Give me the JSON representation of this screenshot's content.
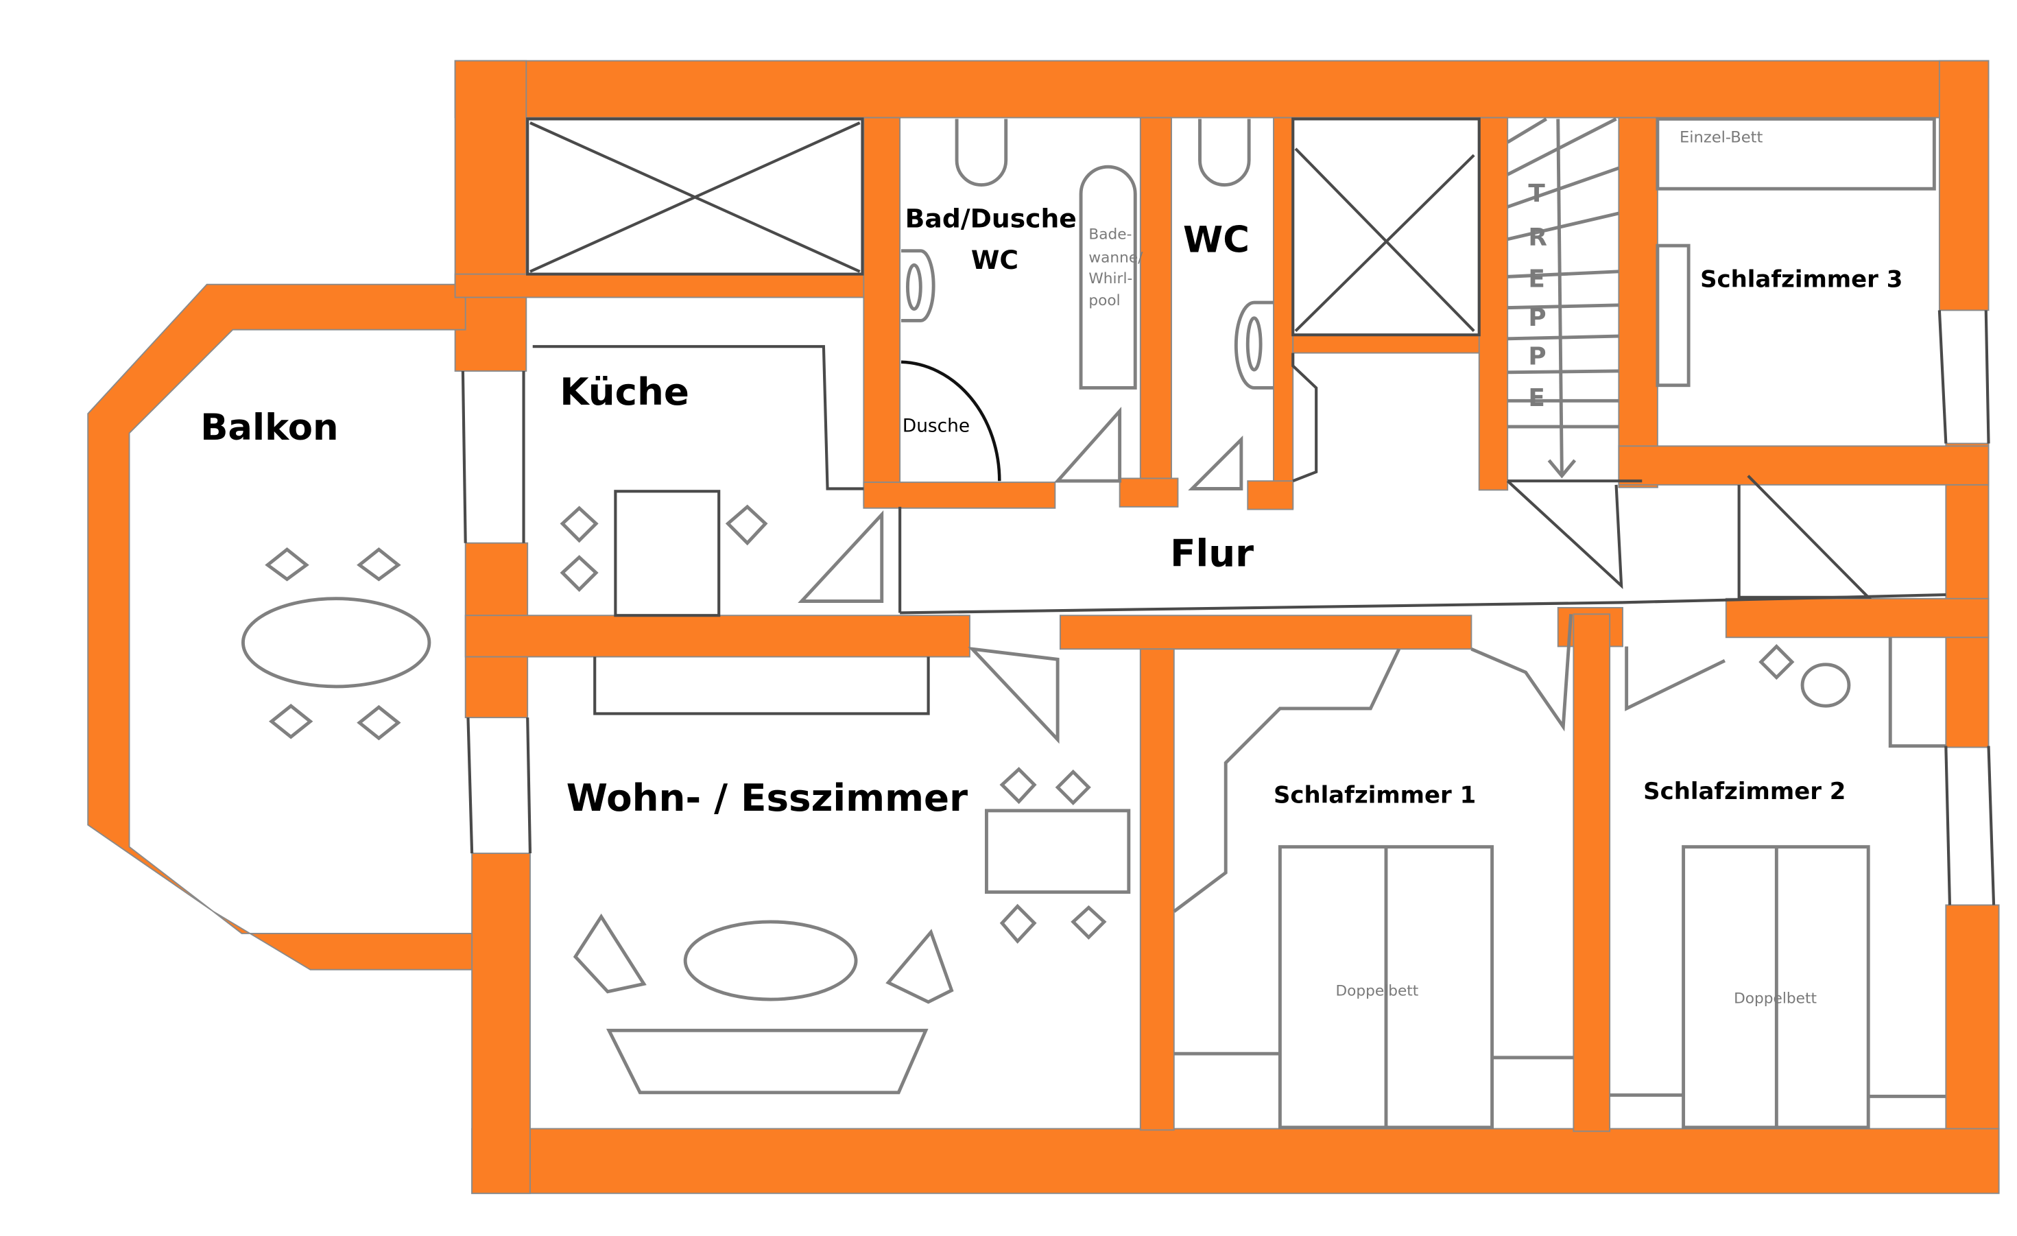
{
  "plan": {
    "wall_color": "#fb7e24",
    "furniture_color": "#808080",
    "rooms": {
      "balkon": {
        "label": "Balkon"
      },
      "kueche": {
        "label": "Küche"
      },
      "bad": {
        "label_line1": "Bad/Dusche",
        "label_line2": "WC",
        "shower_label": "Dusche",
        "tub_label": [
          "Bade-",
          "wanne/",
          "Whirl-",
          "pool"
        ]
      },
      "wc": {
        "label": "WC"
      },
      "treppe": {
        "letters": [
          "T",
          "R",
          "E",
          "P",
          "P",
          "E"
        ]
      },
      "schlafzimmer3": {
        "label": "Schlafzimmer 3",
        "bed_label": "Einzel-Bett"
      },
      "flur": {
        "label": "Flur"
      },
      "wohnzimmer": {
        "label": "Wohn- / Esszimmer"
      },
      "schlafzimmer1": {
        "label": "Schlafzimmer 1",
        "bed_label": "Doppelbett"
      },
      "schlafzimmer2": {
        "label": "Schlafzimmer 2",
        "bed_label": "Doppelbett"
      }
    }
  }
}
